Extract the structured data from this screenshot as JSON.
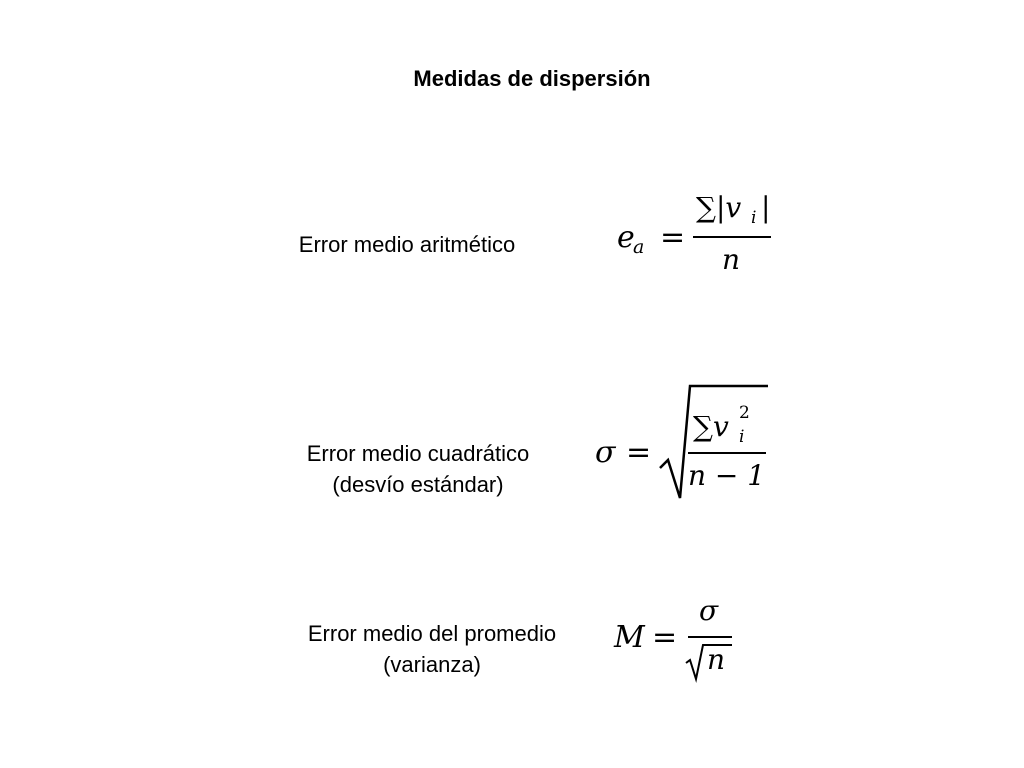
{
  "title": "Medidas de dispersión",
  "sections": [
    {
      "label_lines": [
        "Error medio aritmético"
      ],
      "formula": {
        "lhs_symbol": "e",
        "lhs_subscript": "a",
        "equals": "=",
        "numerator": "∑|v",
        "numerator_subscript": "i",
        "numerator_close": "|",
        "denominator": "n"
      }
    },
    {
      "label_lines": [
        "Error medio cuadrático",
        "(desvío estándar)"
      ],
      "formula": {
        "lhs_symbol": "σ",
        "equals": "=",
        "numerator": "∑v",
        "numerator_superscript": "2",
        "numerator_subscript": "i",
        "denominator": "n − 1"
      }
    },
    {
      "label_lines": [
        "Error medio del promedio",
        "(varianza)"
      ],
      "formula": {
        "lhs_symbol": "M",
        "equals": "=",
        "numerator": "σ",
        "denominator": "n"
      }
    }
  ]
}
